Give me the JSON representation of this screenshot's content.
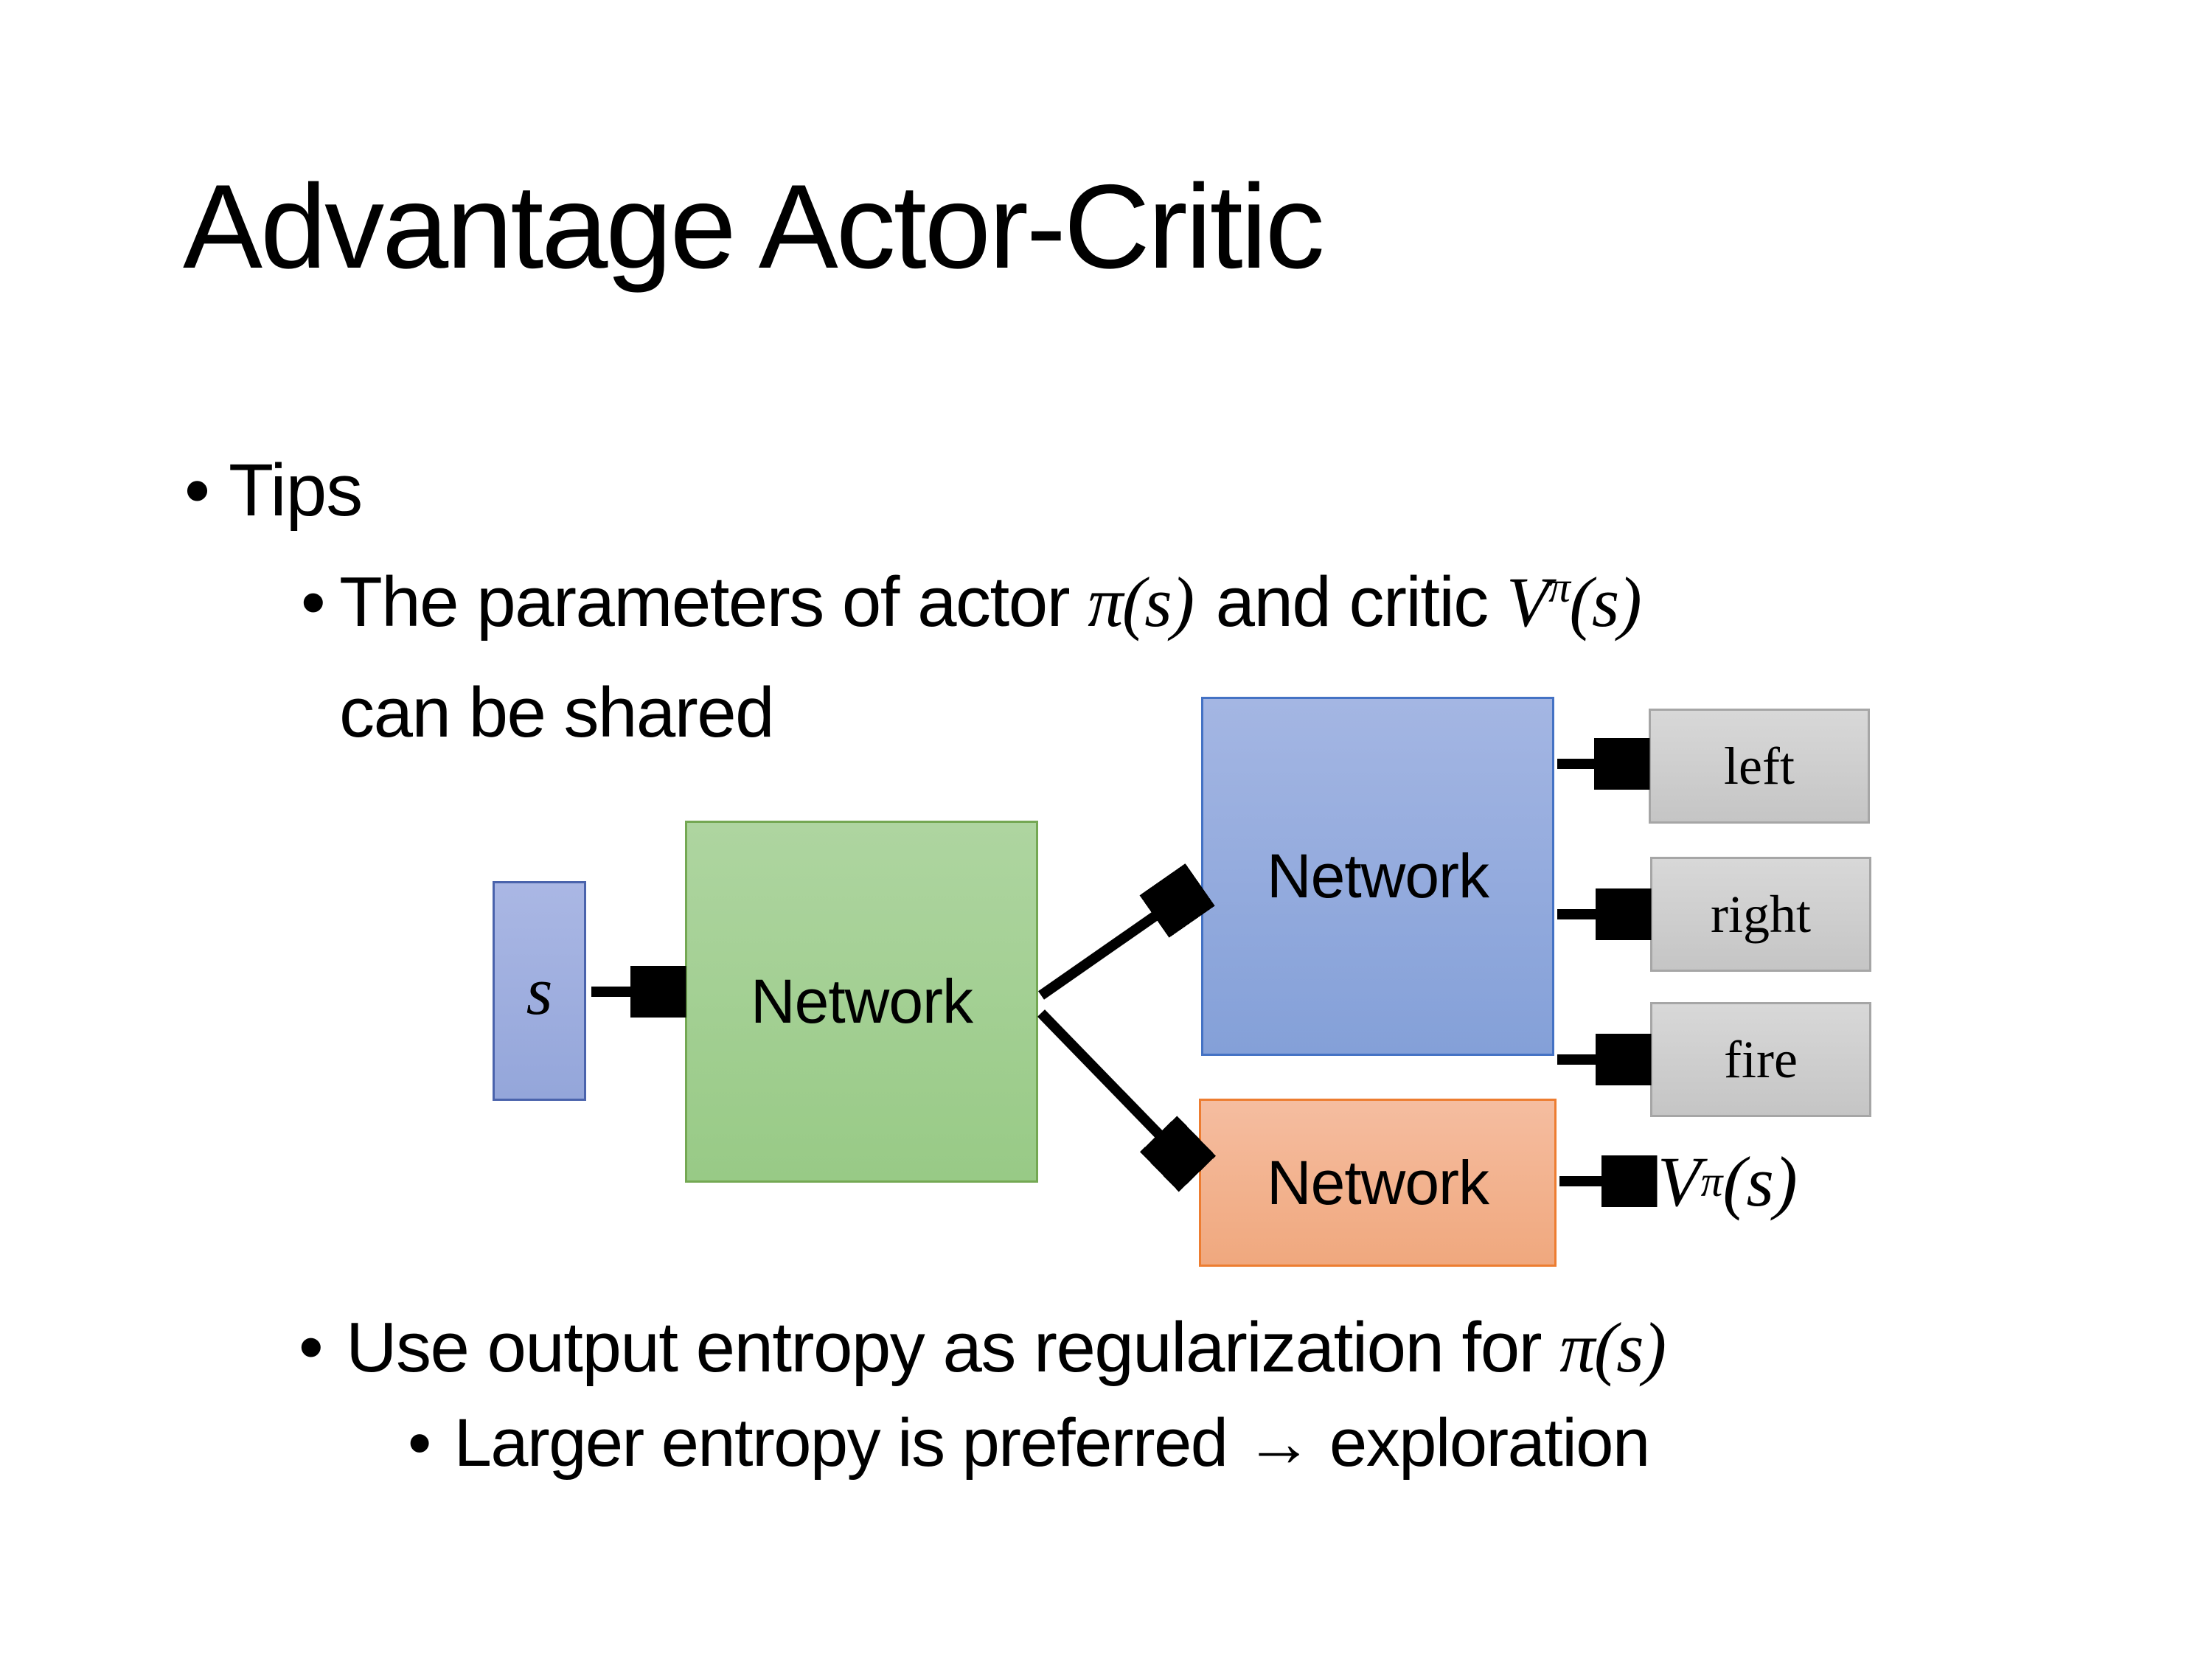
{
  "colors": {
    "background": "#ffffff",
    "text": "#000000",
    "s_box_top": "#aab7e4",
    "s_box_bottom": "#94a6da",
    "s_box_border": "#4a63ac",
    "green_top": "#aed5a0",
    "green_bottom": "#98ca86",
    "green_border": "#74a853",
    "blue_top": "#a4b6e3",
    "blue_bottom": "#84a0d8",
    "blue_border": "#4472c4",
    "orange_top": "#f5bda0",
    "orange_bottom": "#f0a87e",
    "orange_border": "#ed7d31",
    "gray_top": "#d8d8d8",
    "gray_bottom": "#c5c5c5",
    "gray_border": "#a6a6a6",
    "arrow": "#000000"
  },
  "title": "Advantage Actor-Critic",
  "bullets": {
    "bullet_char": "•",
    "tips": "Tips",
    "shared_pre": "The parameters of actor ",
    "shared_actor_math": "π(s)",
    "shared_mid": "and critic ",
    "critic_V": "V",
    "critic_sup": "π",
    "critic_args": "(s)",
    "shared_line2": "can be shared",
    "entropy_pre": "Use output entropy as regularization for ",
    "entropy_math": "π(s)",
    "exploration": "Larger entropy is preferred → exploration"
  },
  "diagram": {
    "state_label": "s",
    "shared_network_label": "Network",
    "actor_network_label": "Network",
    "critic_network_label": "Network",
    "actions": [
      "left",
      "right",
      "fire"
    ],
    "value_V": "V",
    "value_sup": "π",
    "value_args": "(s)"
  }
}
